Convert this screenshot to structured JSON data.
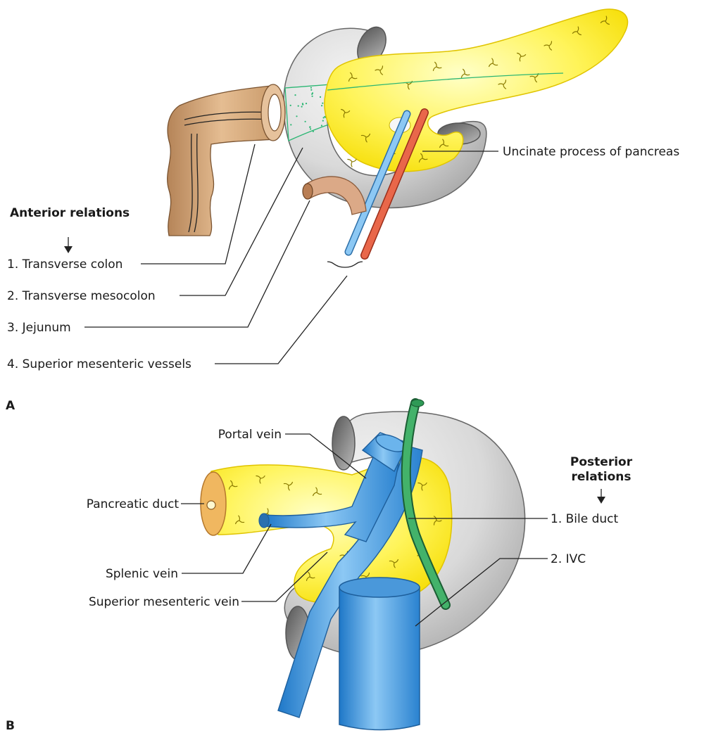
{
  "panel_a": {
    "letter": "A",
    "heading": "Anterior relations",
    "items": [
      "1. Transverse colon",
      "2. Transverse mesocolon",
      "3. Jejunum",
      "4. Superior mesenteric vessels"
    ],
    "uncinate_label": "Uncinate process of pancreas"
  },
  "panel_b": {
    "letter": "B",
    "heading_line1": "Posterior",
    "heading_line2": "relations",
    "items": [
      "1. Bile duct",
      "2. IVC"
    ],
    "left_labels": {
      "portal_vein": "Portal vein",
      "pancreatic_duct": "Pancreatic duct",
      "splenic_vein": "Splenic vein",
      "sup_mesenteric_vein": "Superior mesenteric vein"
    }
  },
  "colors": {
    "pancreas": "#fff32a",
    "pancreas_edge": "#e8c800",
    "duodenum": "#d4d4d4",
    "colon": "#d7a97a",
    "vein_blue": "#5aa8e6",
    "artery_red": "#e05a3a",
    "bile_duct_green": "#2f9a56",
    "mesocolon_dots": "#2bb673"
  }
}
